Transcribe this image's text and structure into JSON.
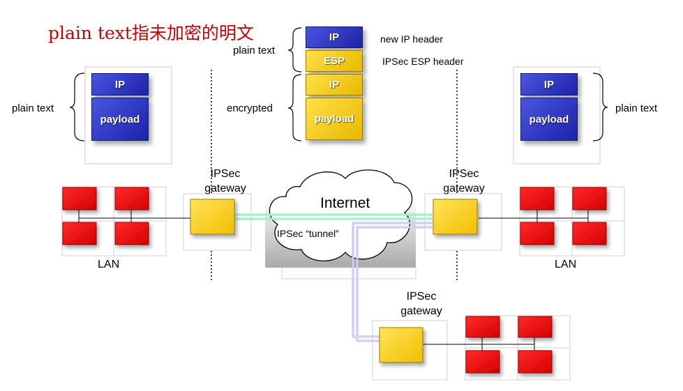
{
  "title": "plain text指未加密的明文",
  "center_packet": {
    "ip_new": "IP",
    "esp": "ESP",
    "ip_inner": "IP",
    "payload": "payload",
    "new_ip_header": "new IP header",
    "esp_header": "IPSec ESP header",
    "plain_text_label": "plain text",
    "encrypted_label": "encrypted"
  },
  "left_packet": {
    "ip": "IP",
    "payload": "payload",
    "plain_text_label": "plain text"
  },
  "right_packet": {
    "ip": "IP",
    "payload": "payload",
    "plain_text_label": "plain text"
  },
  "gateways": {
    "left_line1": "IPSec",
    "left_line2": "gateway",
    "right_line1": "IPSec",
    "right_line2": "gateway",
    "bottom_line1": "IPSec",
    "bottom_line2": "gateway"
  },
  "internet": {
    "label": "Internet",
    "tunnel_label": "IPSec “tunnel”"
  },
  "lans": {
    "left": "LAN",
    "right": "LAN"
  },
  "colors": {
    "packet_blue": "#2a30c0",
    "packet_yellow": "#f7cf10",
    "gateway_yellow": "#ffd21a",
    "router_red": "#e80000",
    "tunnel_green": "#7fe6b0",
    "tunnel_lavender": "#b6b6ee",
    "title_red": "#d10000"
  }
}
